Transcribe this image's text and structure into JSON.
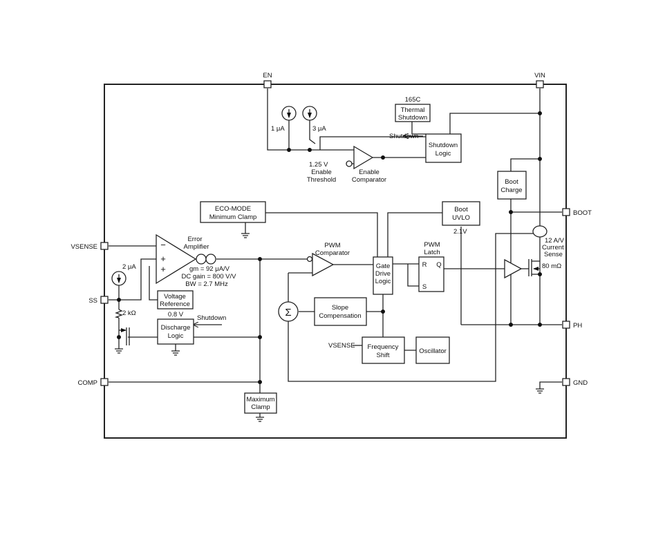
{
  "pins": {
    "en": "EN",
    "vin": "VIN",
    "boot": "BOOT",
    "ph": "PH",
    "gnd": "GND",
    "vsense": "VSENSE",
    "ss": "SS",
    "comp": "COMP"
  },
  "blocks": {
    "thermal_temp": "165C",
    "thermal_line1": "Thermal",
    "thermal_line2": "Shutdown",
    "shutdown_logic_line1": "Shutdown",
    "shutdown_logic_line2": "Logic",
    "boot_charge_line1": "Boot",
    "boot_charge_line2": "Charge",
    "boot_uvlo_line1": "Boot",
    "boot_uvlo_line2": "UVLO",
    "eco_line1": "ECO-MODE",
    "eco_line2": "Minimum Clamp",
    "gate_line1": "Gate",
    "gate_line2": "Drive",
    "gate_line3": "Logic",
    "vref_line1": "Voltage",
    "vref_line2": "Reference",
    "discharge_line1": "Discharge",
    "discharge_line2": "Logic",
    "slope_line1": "Slope",
    "slope_line2": "Compensation",
    "freq_line1": "Frequency",
    "freq_line2": "Shift",
    "oscillator": "Oscillator",
    "maxclamp_line1": "Maximum",
    "maxclamp_line2": "Clamp"
  },
  "labels": {
    "current_1ua": "1 μA",
    "current_3ua": "3 μA",
    "current_2ua": "2 μA",
    "shutdown_top": "Shutdown",
    "shutdown_mid": "Shutdown",
    "enable_v": "1.25 V",
    "enable_th_1": "Enable",
    "enable_th_2": "Threshold",
    "enable_comp_1": "Enable",
    "enable_comp_2": "Comparator",
    "error_amp_1": "Error",
    "error_amp_2": "Amplifier",
    "gm": "gm = 92 μA/V",
    "dc_gain": "DC gain = 800 V/V",
    "bw": "BW = 2.7 MHz",
    "pwm_comp_1": "PWM",
    "pwm_comp_2": "Comparator",
    "pwm_latch_1": "PWM",
    "pwm_latch_2": "Latch",
    "latch_r": "R",
    "latch_q": "Q",
    "latch_s": "S",
    "v21": "2.1V",
    "current_sense_1": "12 A/V",
    "current_sense_2": "Current",
    "current_sense_3": "Sense",
    "rds": "80 mΩ",
    "v08": "0.8 V",
    "res_2k": "2 kΩ",
    "vsense_int": "VSENSE",
    "sigma": "Σ",
    "minus": "−",
    "plus1": "+",
    "plus2": "+"
  }
}
